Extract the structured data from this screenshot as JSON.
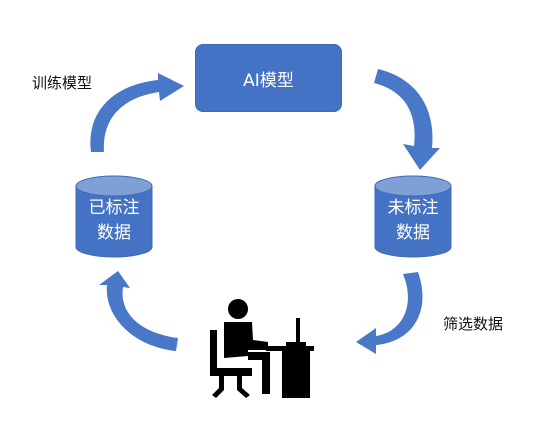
{
  "nodes": {
    "ai_model": {
      "label": "AI模型"
    },
    "labeled_data": {
      "line1": "已标注",
      "line2": "数据"
    },
    "unlabeled_data": {
      "line1": "未标注",
      "line2": "数据"
    }
  },
  "edges": {
    "train_model": {
      "label": "训练模型"
    },
    "filter_data": {
      "label": "筛选数据"
    }
  },
  "colors": {
    "accent": "#4473c5",
    "arrow": "#4a78c8",
    "person": "#000000"
  },
  "icons": {
    "person": "person-at-computer-icon"
  }
}
